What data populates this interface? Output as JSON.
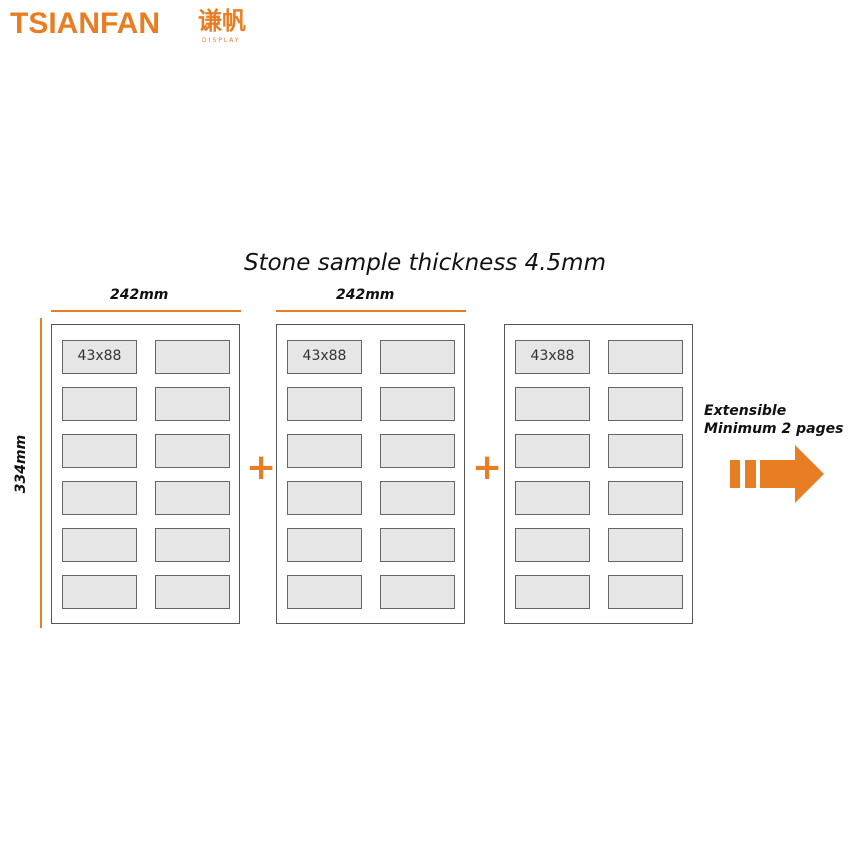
{
  "logo": {
    "brand": "TSIANFAN",
    "chinese": "谦帆",
    "sub": "DISPLAY"
  },
  "title": "Stone sample thickness 4.5mm",
  "dimensions": {
    "width1": "242mm",
    "width2": "242mm",
    "height": "334mm"
  },
  "panels": [
    {
      "first_slot_label": "43x88"
    },
    {
      "first_slot_label": "43x88"
    },
    {
      "first_slot_label": "43x88"
    }
  ],
  "plus": "+",
  "extensible": {
    "line1": "Extensible",
    "line2": "Minimum 2 pages"
  },
  "colors": {
    "accent": "#e87e24"
  }
}
